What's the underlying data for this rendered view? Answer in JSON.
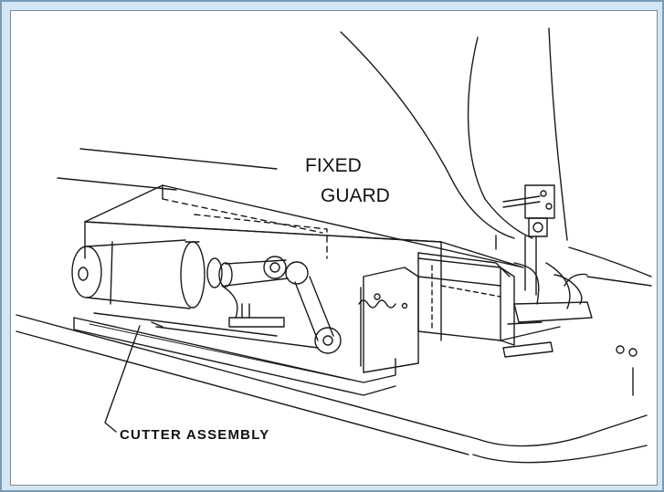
{
  "labels": {
    "fixed_guard_line1": "FIXED",
    "fixed_guard_line2": "GUARD",
    "cutter_assembly": "CUTTER ASSEMBLY"
  },
  "colors": {
    "frame_background": "#d3e6f4",
    "frame_border": "#7a9ab3",
    "panel_background": "#ffffff",
    "line_art": "#1a1a1a"
  }
}
